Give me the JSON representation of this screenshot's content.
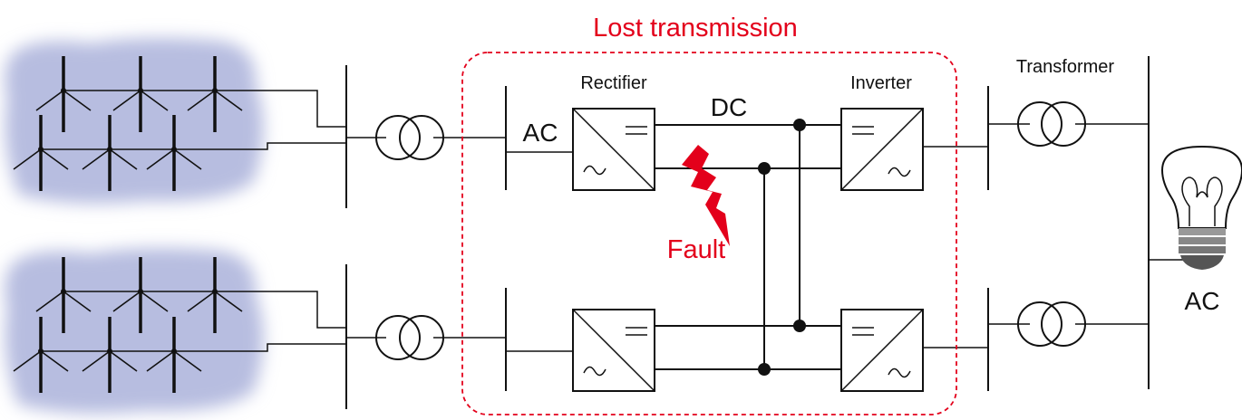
{
  "labels": {
    "title": "Lost transmission",
    "rectifier": "Rectifier",
    "inverter": "Inverter",
    "transformer": "Transformer",
    "dc": "DC",
    "ac_left": "AC",
    "ac_right": "AC",
    "fault": "Fault"
  },
  "colors": {
    "accent_red": "#e3001b",
    "wind_farm_fill": "#b7bde0",
    "line": "#111111"
  },
  "icons": [
    "wind-turbine-icon",
    "transformer-icon",
    "rectifier-icon",
    "inverter-icon",
    "lightning-bolt-icon",
    "light-bulb-icon"
  ]
}
